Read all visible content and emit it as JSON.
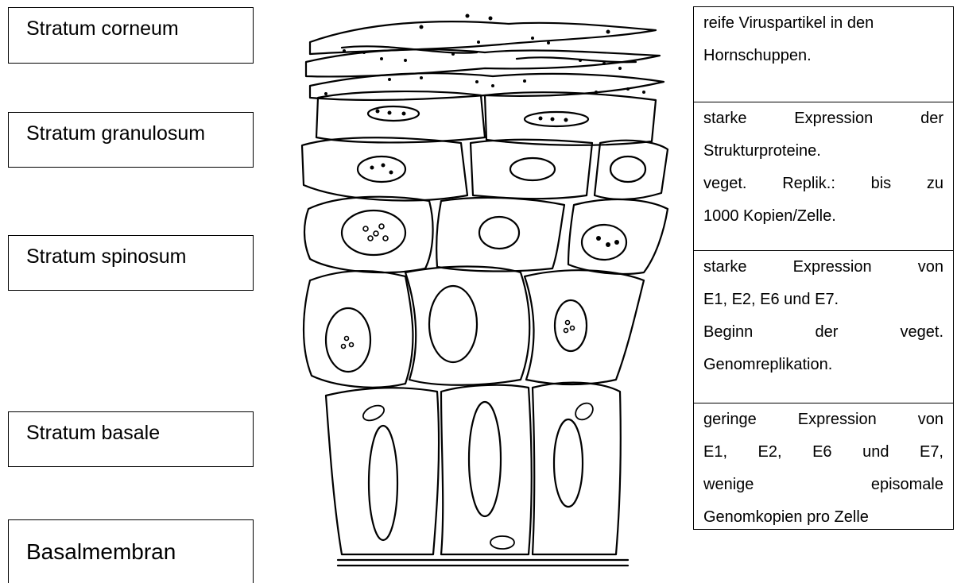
{
  "layers": [
    "Stratum corneum",
    "Stratum granulosum",
    "Stratum spinosum",
    "Stratum basale",
    "Basalmembran"
  ],
  "descriptions": {
    "d0": [
      "reife Viruspartikel in den",
      "Hornschuppen."
    ],
    "d1": [
      "starke Expression der",
      "Strukturproteine.",
      "veget. Replik.: bis zu",
      "1000 Kopien/Zelle."
    ],
    "d2": [
      "starke Expression von",
      "E1, E2, E6 und E7.",
      "Beginn der veget.",
      "Genomreplikation."
    ],
    "d3": [
      "geringe Expression von",
      "E1, E2, E6 und E7,",
      "wenige episomale",
      "Genomkopien pro Zelle"
    ]
  }
}
